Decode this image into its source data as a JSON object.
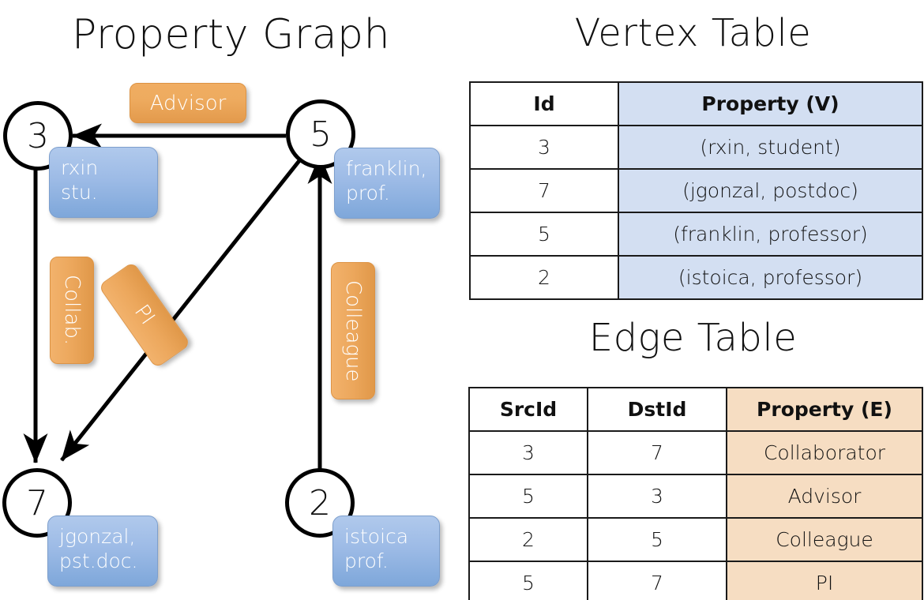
{
  "titles": {
    "property_graph": "Property Graph",
    "vertex_table": "Vertex Table",
    "edge_table": "Edge Table"
  },
  "graph": {
    "nodes": [
      {
        "id": "3",
        "label": "3",
        "property_lines": [
          "rxin",
          "stu."
        ]
      },
      {
        "id": "5",
        "label": "5",
        "property_lines": [
          "franklin,",
          "prof."
        ]
      },
      {
        "id": "7",
        "label": "7",
        "property_lines": [
          "jgonzal,",
          "pst.doc."
        ]
      },
      {
        "id": "2",
        "label": "2",
        "property_lines": [
          "istoica",
          "prof."
        ]
      }
    ],
    "edge_labels": [
      {
        "name": "advisor",
        "text": "Advisor",
        "from": "5",
        "to": "3"
      },
      {
        "name": "collab",
        "text": "Collab.",
        "from": "3",
        "to": "7"
      },
      {
        "name": "pi",
        "text": "PI",
        "from": "5",
        "to": "7"
      },
      {
        "name": "colleague",
        "text": "Colleague",
        "from": "2",
        "to": "5"
      }
    ]
  },
  "vertex_table": {
    "headers": [
      "Id",
      "Property (V)"
    ],
    "rows": [
      {
        "id": "3",
        "property": "(rxin, student)"
      },
      {
        "id": "7",
        "property": "(jgonzal, postdoc)"
      },
      {
        "id": "5",
        "property": "(franklin, professor)"
      },
      {
        "id": "2",
        "property": "(istoica, professor)"
      }
    ]
  },
  "edge_table": {
    "headers": [
      "SrcId",
      "DstId",
      "Property (E)"
    ],
    "rows": [
      {
        "src": "3",
        "dst": "7",
        "property": "Collaborator"
      },
      {
        "src": "5",
        "dst": "3",
        "property": "Advisor"
      },
      {
        "src": "2",
        "dst": "5",
        "property": "Colleague"
      },
      {
        "src": "5",
        "dst": "7",
        "property": "PI"
      }
    ]
  },
  "colors": {
    "vertex_property_fill": "#d3dff2",
    "edge_property_fill": "#f6ddc2",
    "node_box_blue": "#9dbbe6",
    "edge_label_orange": "#eeab5f",
    "stroke": "#000000"
  }
}
